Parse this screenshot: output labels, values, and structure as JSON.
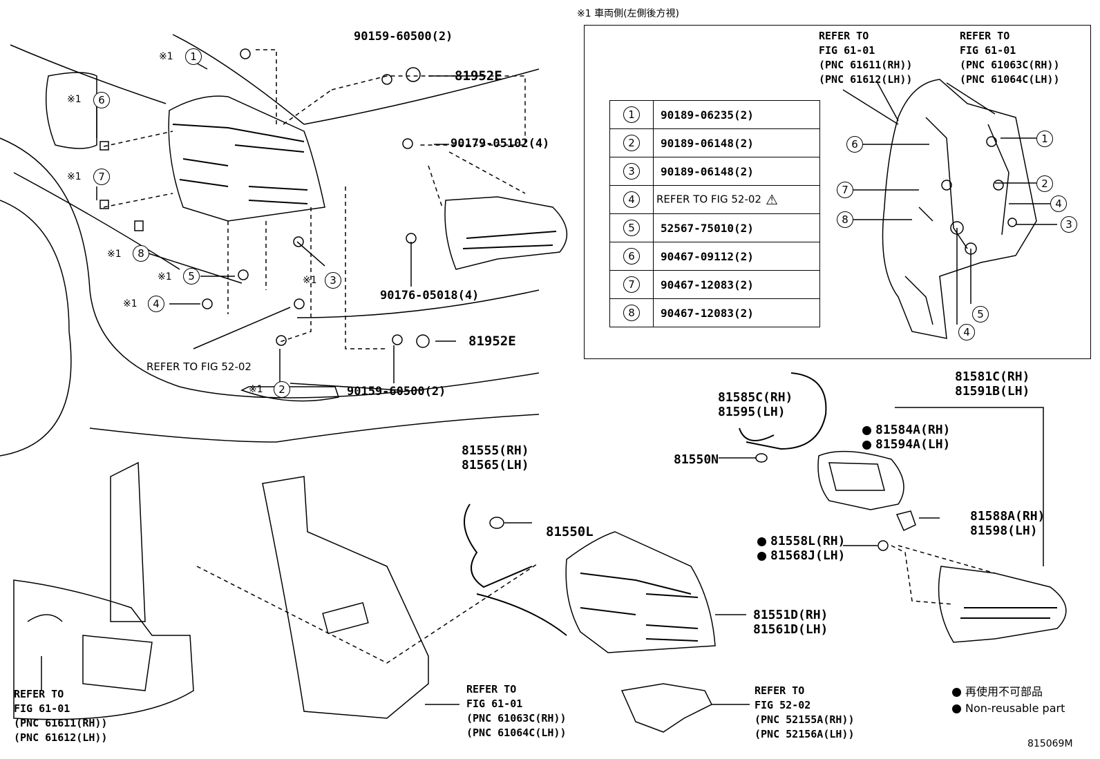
{
  "diagram_code": "815069M",
  "inset": {
    "title": "※1 車両側(左側後方視)",
    "refer_left": [
      "REFER TO",
      "FIG 61-01",
      "(PNC 61611(RH))",
      "(PNC 61612(LH))"
    ],
    "refer_right": [
      "REFER TO",
      "FIG 61-01",
      "(PNC 61063C(RH))",
      "(PNC 61064C(LH))"
    ],
    "table": [
      {
        "n": "1",
        "part": "90189-06235(2)"
      },
      {
        "n": "2",
        "part": "90189-06148(2)"
      },
      {
        "n": "3",
        "part": "90189-06148(2)"
      },
      {
        "n": "4",
        "part": "REFER TO FIG 52-02",
        "warning": "⚠"
      },
      {
        "n": "5",
        "part": "52567-75010(2)"
      },
      {
        "n": "6",
        "part": "90467-09112(2)"
      },
      {
        "n": "7",
        "part": "90467-12083(2)"
      },
      {
        "n": "8",
        "part": "90467-12083(2)"
      }
    ],
    "callouts": [
      "1",
      "2",
      "3",
      "4",
      "5",
      "6",
      "7",
      "8"
    ]
  },
  "mark": "※1",
  "top_labels": {
    "p90159_top": "90159-60500(2)",
    "p81952e_top": "81952E",
    "p90179": "90179-05102(4)",
    "p90176": "90176-05018(4)",
    "p81952e_bot": "81952E",
    "p90159_bot": "90159-60500(2)",
    "refer_52_02": "REFER TO FIG 52-02"
  },
  "callout_nums": [
    "1",
    "2",
    "3",
    "4",
    "5",
    "6",
    "7",
    "8"
  ],
  "bottom_labels": {
    "socket_rh": "81585C(RH)",
    "socket_lh": "81595(LH)",
    "bulb_n": "81550N",
    "lamp_rear_rh": "81581C(RH)",
    "lamp_rear_lh": "81591B(LH)",
    "gasket_rh": "81584A(RH)",
    "gasket_lh": "81594A(LH)",
    "pad_rh": "81588A(RH)",
    "pad_lh": "81598(LH)",
    "nut_rh": "81558L(RH)",
    "nut_lh": "81568J(LH)",
    "wire_rh": "81555(RH)",
    "wire_lh": "81565(LH)",
    "bulb_l": "81550L",
    "lamp_rh": "81551D(RH)",
    "lamp_lh": "81561D(LH)"
  },
  "refer_bl": [
    "REFER TO",
    "FIG 61-01",
    "(PNC 61611(RH))",
    "(PNC 61612(LH))"
  ],
  "refer_bc": [
    "REFER TO",
    "FIG 61-01",
    "(PNC 61063C(RH))",
    "(PNC 61064C(LH))"
  ],
  "refer_br": [
    "REFER TO",
    "FIG 52-02",
    "(PNC 52155A(RH))",
    "(PNC 52156A(LH))"
  ],
  "legend": {
    "jp": "再使用不可部品",
    "en": "Non-reusable part"
  }
}
